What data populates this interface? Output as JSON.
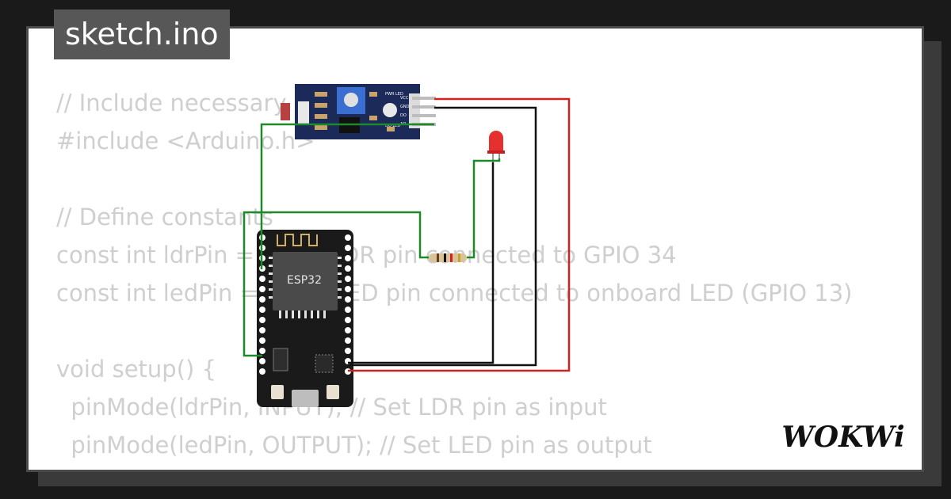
{
  "window": {
    "tab_title": "sketch.ino"
  },
  "code_lines": [
    "// Include necessary",
    "#include <Arduino.h>",
    "",
    "// Define constants",
    "const int ldrPin = 34; // LDR pin connected to GPIO 34",
    "const int ledPin = 13; // LED pin connected to onboard LED (GPIO 13)",
    "",
    "void setup() {",
    "  pinMode(ldrPin, INPUT); // Set LDR pin as input",
    "  pinMode(ledPin, OUTPUT); // Set LED pin as output"
  ],
  "components": {
    "ldr_module": {
      "pin_labels": [
        "VCC",
        "GND",
        "DO",
        "AO"
      ],
      "led_labels": [
        "PWR LED",
        "DO LED"
      ]
    },
    "esp32": {
      "chip_label": "ESP32"
    }
  },
  "brand": {
    "logo_text": "WOKWi"
  },
  "colors": {
    "wire_red": "#d32020",
    "wire_black": "#111111",
    "wire_green": "#1d8a2a",
    "board_blue": "#1b2a58",
    "esp_black": "#1a1a1a",
    "code_text": "#cfcfcf",
    "tab_bg": "#575757"
  }
}
